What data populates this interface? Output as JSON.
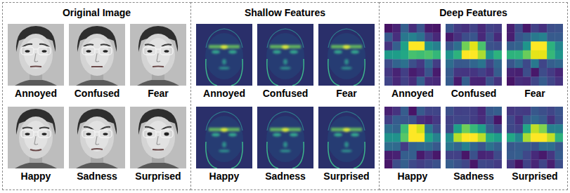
{
  "diagram": {
    "nodes": [
      {
        "text": [
          "Original Image"
        ]
      },
      {
        "text": [
          "Annoyed"
        ],
        "in": 0
      },
      {
        "text": [
          "Confused"
        ],
        "in": 0
      },
      {
        "text": [
          "Fear"
        ],
        "in": 0
      },
      {
        "text": [
          "Happy"
        ],
        "in": 0
      },
      {
        "text": [
          "Sadness"
        ],
        "in": 0
      },
      {
        "text": [
          "Surprised"
        ],
        "in": 0
      },
      {
        "text": [
          "Shallow Features"
        ]
      },
      {
        "text": [
          "Annoyed"
        ],
        "in": 7
      },
      {
        "text": [
          "Confused"
        ],
        "in": 7
      },
      {
        "text": [
          "Fear"
        ],
        "in": 7
      },
      {
        "text": [
          "Happy"
        ],
        "in": 7
      },
      {
        "text": [
          "Sadness"
        ],
        "in": 7
      },
      {
        "text": [
          "Surprised"
        ],
        "in": 7
      },
      {
        "text": [
          "Deep Features"
        ]
      },
      {
        "text": [
          "Annoyed"
        ],
        "in": 14
      },
      {
        "text": [
          "Confused"
        ],
        "in": 14
      },
      {
        "text": [
          "Fear"
        ],
        "in": 14
      },
      {
        "text": [
          "Happy"
        ],
        "in": 14
      },
      {
        "text": [
          "Sadness"
        ],
        "in": 14
      },
      {
        "text": [
          "Surprised"
        ],
        "in": 14
      }
    ]
  }
}
